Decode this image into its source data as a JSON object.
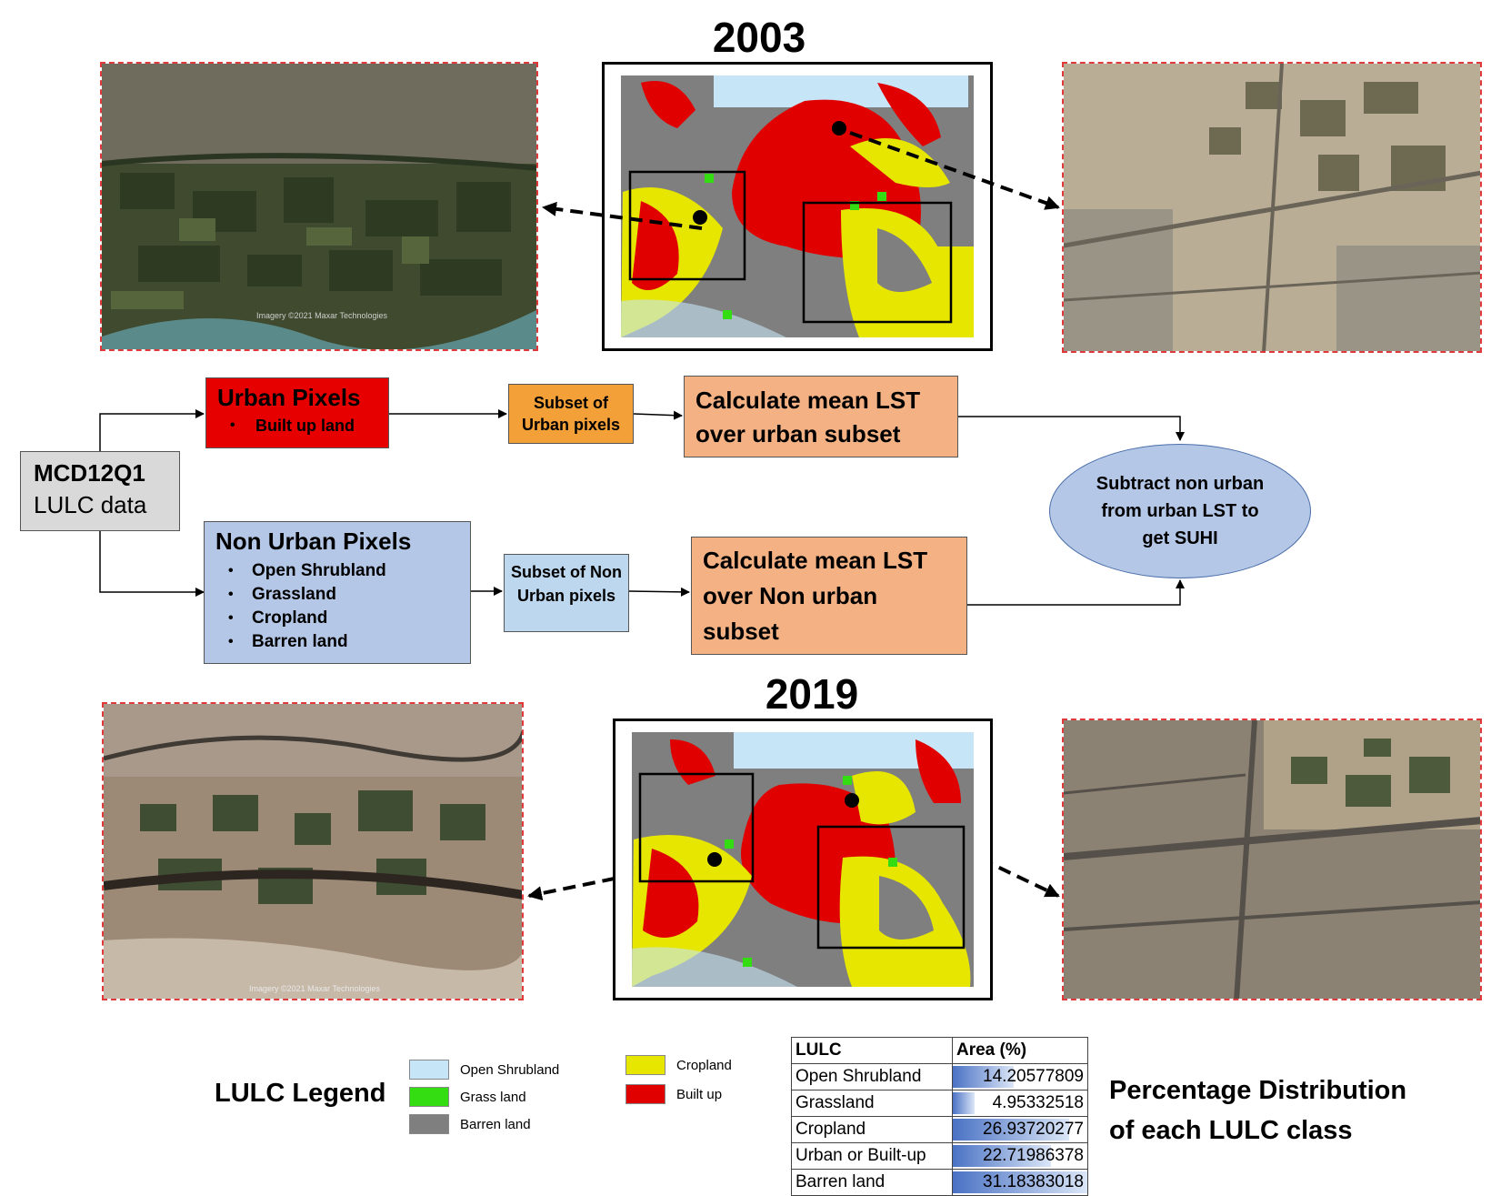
{
  "top": {
    "year": "2003",
    "credit_left": "Imagery ©2021 Maxar Technologies"
  },
  "bottom": {
    "year": "2019",
    "credit_left": "Imagery ©2021 Maxar Technologies"
  },
  "flow": {
    "source_title": "MCD12Q1",
    "source_sub": "LULC data",
    "urban_title": "Urban Pixels",
    "urban_items": [
      "Built up land"
    ],
    "nonurban_title": "Non Urban Pixels",
    "nonurban_items": [
      "Open Shrubland",
      "Grassland",
      "Cropland",
      "Barren land"
    ],
    "subset_urban": "Subset of Urban pixels",
    "subset_nonurban": "Subset of Non Urban pixels",
    "calc_urban": "Calculate mean LST over urban subset",
    "calc_nonurban": "Calculate mean LST over Non urban subset",
    "result": "Subtract non urban from urban LST to get SUHI"
  },
  "legend": {
    "title": "LULC Legend",
    "items": [
      {
        "label": "Open Shrubland",
        "color": "#c6e6f7"
      },
      {
        "label": "Grass land",
        "color": "#33dd11"
      },
      {
        "label": "Barren land",
        "color": "#7f7f7f"
      },
      {
        "label": "Cropland",
        "color": "#e6e600"
      },
      {
        "label": "Built up",
        "color": "#e00000"
      }
    ]
  },
  "table": {
    "header": [
      "LULC",
      "Area (%)"
    ],
    "rows": [
      {
        "label": "Open Shrubland",
        "value": 14.20577809
      },
      {
        "label": "Grassland",
        "value": 4.95332518
      },
      {
        "label": "Cropland",
        "value": 26.93720277
      },
      {
        "label": "Urban or Built-up",
        "value": 22.71986378
      },
      {
        "label": "Barren land",
        "value": 31.18383018
      }
    ],
    "caption_line1": "Percentage Distribution",
    "caption_line2": "of each LULC class"
  },
  "colors": {
    "urban_box": "#e60000",
    "nonurban_box": "#b4c7e7",
    "subset_urban": "#f4a039",
    "subset_nonurban": "#bdd7ee",
    "calc_box": "#f4b183",
    "result_ellipse": "#b4c7e7",
    "source_box": "#d9d9d9"
  }
}
